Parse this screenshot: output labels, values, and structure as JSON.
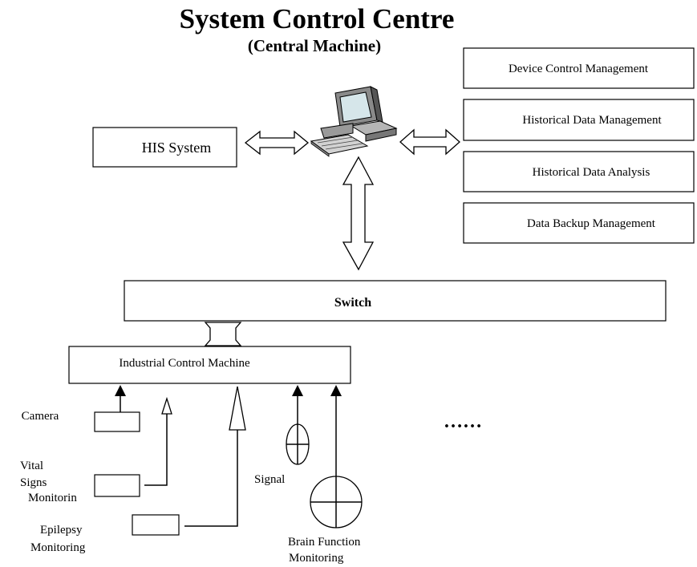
{
  "header": {
    "title": "System Control Centre",
    "subtitle": "(Central Machine)"
  },
  "his_label": "HIS System",
  "management": [
    "Device Control Management",
    "Historical Data Management",
    "Historical Data Analysis",
    "Data Backup Management"
  ],
  "switch_label": "Switch",
  "icm_label": "Industrial Control Machine",
  "devices": {
    "camera": "Camera",
    "vital": [
      "Vital",
      "Signs",
      "Monitorin"
    ],
    "epilepsy": [
      "Epilepsy",
      "Monitoring"
    ],
    "signal": "Signal",
    "brain": [
      "Brain Function",
      "Monitoring"
    ],
    "ellipsis": "……"
  }
}
